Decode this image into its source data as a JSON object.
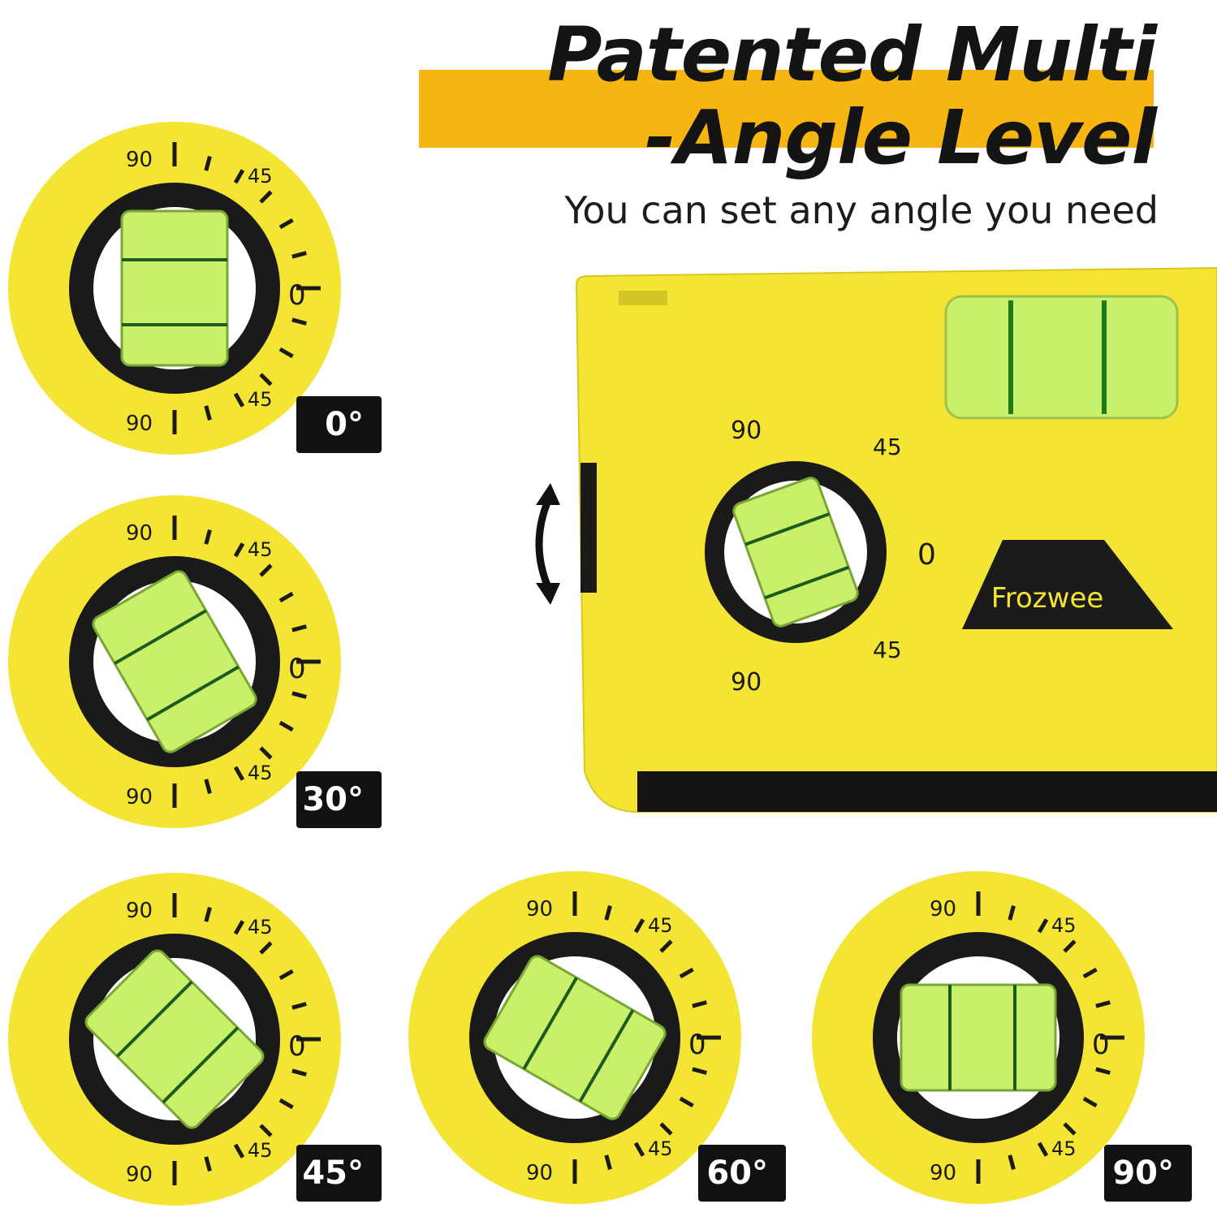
{
  "header": {
    "line1": "Patented Multi",
    "line2": "-Angle Level",
    "subtitle": "You can set any angle you need"
  },
  "dial_scale": {
    "label_top": "90",
    "label_mid_top": "45",
    "label_zero": "0",
    "label_mid_bottom": "45",
    "label_bottom": "90"
  },
  "brand": "Frozwee",
  "dials": [
    {
      "angle_label": "0°",
      "angle_deg": 0
    },
    {
      "angle_label": "30°",
      "angle_deg": 30
    },
    {
      "angle_label": "45°",
      "angle_deg": 45
    },
    {
      "angle_label": "60°",
      "angle_deg": 60
    },
    {
      "angle_label": "90°",
      "angle_deg": 90
    }
  ],
  "colors": {
    "accent_bar": "#f7b512",
    "body_yellow": "#f4e534",
    "vial_green": "#c8f06a",
    "dark": "#141414"
  },
  "icons": [
    "rotate-arrow-icon"
  ]
}
